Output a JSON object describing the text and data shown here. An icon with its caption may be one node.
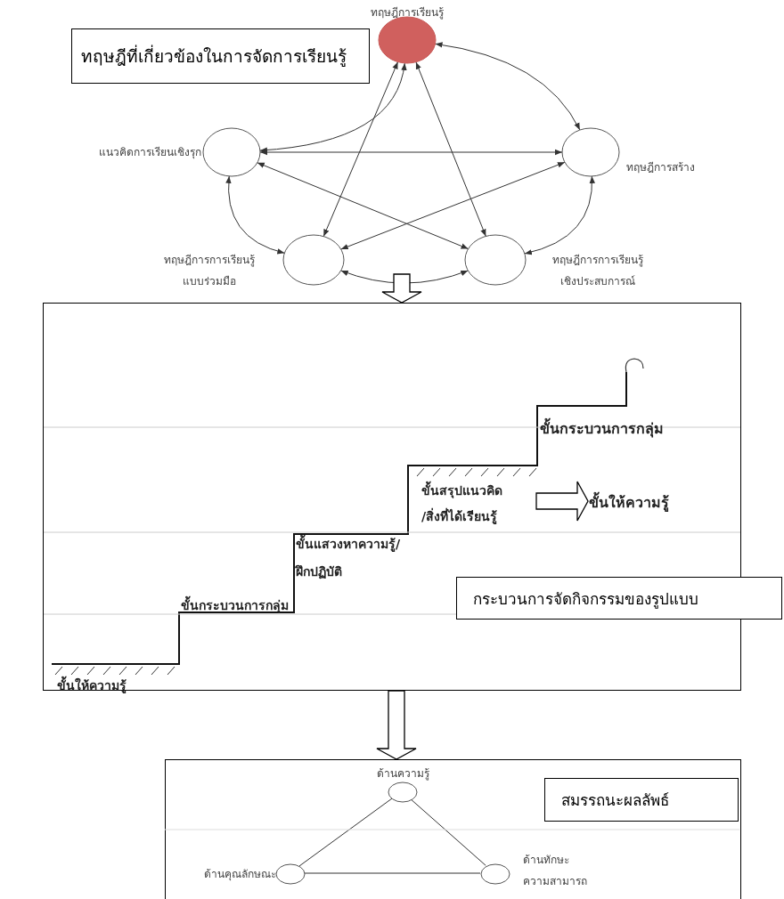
{
  "diagram": {
    "nodes": [
      {
        "text": [
          "ทฤษฎีที่เกี่ยวข้องในการจัดการเรียนรู้"
        ]
      },
      {
        "text": [
          "ทฤษฎีการเรียนรู้"
        ]
      },
      {
        "text": [
          "แนวคิดการเรียนเชิงรุก"
        ]
      },
      {
        "text": [
          "ทฤษฎีการสร้าง"
        ]
      },
      {
        "text": [
          "ทฤษฎีการการเรียนรู้ แบบร่วมมือ"
        ]
      },
      {
        "text": [
          "ทฤษฎีการการเรียนรู้ เชิงประสบการณ์"
        ]
      },
      {
        "text": [],
        "shape": "box"
      },
      {
        "text": [
          "ขั้นสรุปแนวคิด /สิ่งที่ได้เรียนรู้"
        ],
        "in": 6
      },
      {
        "text": [
          "ขั้นให้ความรู้"
        ],
        "in": 6
      },
      {
        "text": [
          "กระบวนการจัดกิจกรรมของรูปแบบ"
        ]
      },
      {
        "text": [],
        "shape": "box"
      },
      {
        "text": [
          "สมรรถนะผลลัพธ์"
        ],
        "in": 10
      },
      {
        "text": [
          "ด้านความรู้"
        ],
        "in": 10
      },
      {
        "text": [
          "ด้านคุณลักษณะ"
        ],
        "in": 10
      },
      {
        "text": [
          "ด้านทักษะ ความสามารถ"
        ],
        "in": 10
      }
    ],
    "edges": [
      {
        "from": 1,
        "to": 2,
        "arrow": "both"
      },
      {
        "from": 1,
        "to": 3,
        "arrow": "both"
      },
      {
        "from": 2,
        "to": 4,
        "arrow": "both"
      },
      {
        "from": 3,
        "to": 5,
        "arrow": "both"
      },
      {
        "from": 4,
        "to": 5,
        "arrow": "both"
      },
      {
        "from": 2,
        "to": 3,
        "arrow": "both"
      },
      {
        "from": 2,
        "to": 5,
        "arrow": "both"
      },
      {
        "from": 3,
        "to": 4,
        "arrow": "both"
      },
      {
        "from": 1,
        "to": 4,
        "arrow": "both"
      },
      {
        "from": 1,
        "to": 5,
        "arrow": "both"
      },
      {
        "from": null,
        "to": 6,
        "arrow": "to",
        "style": "thick"
      },
      {
        "from": 6,
        "to": 10,
        "arrow": "to",
        "style": "thick"
      },
      {
        "from": 7,
        "to": 8,
        "arrow": "to",
        "style": "thick"
      },
      {
        "from": 12,
        "to": 13,
        "arrow": "none"
      },
      {
        "from": 12,
        "to": 14,
        "arrow": "none"
      },
      {
        "from": 13,
        "to": 14,
        "arrow": "none"
      }
    ],
    "labels": [
      "ขั้นกระบวนการกลุ่ม",
      "ขั้นแสวงหาความรู้/ ฝึกปฏิบัติ",
      "ขั้นกระบวนการกลุ่ม",
      "ขั้นให้ความรู้"
    ]
  }
}
